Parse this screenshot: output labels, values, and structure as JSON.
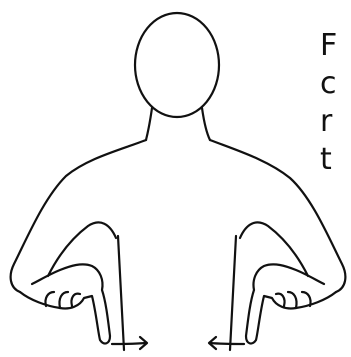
{
  "caption": {
    "lines": [
      "F",
      "c",
      "r",
      "t"
    ]
  }
}
